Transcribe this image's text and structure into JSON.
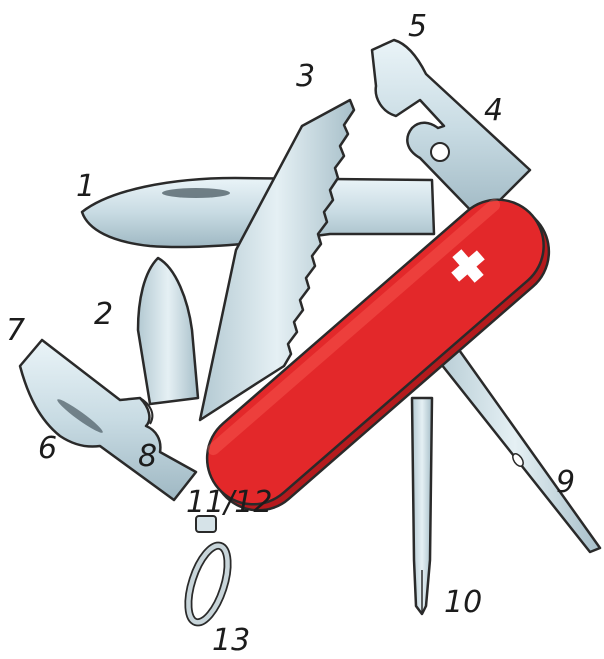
{
  "labels": {
    "l1": "1",
    "l2": "2",
    "l3": "3",
    "l4": "4",
    "l5": "5",
    "l6": "6",
    "l7": "7",
    "l8": "8",
    "l9": "9",
    "l10": "10",
    "l11_12": "11/12",
    "l13": "13"
  },
  "colors": {
    "handle": "#e3282a",
    "handle_edge": "#b51a1d",
    "steel": "#c9dbe3",
    "steel_light": "#e6f1f5",
    "steel_dark": "#7f9aa6",
    "outline": "#2a2a2a",
    "cross": "#ffffff"
  }
}
